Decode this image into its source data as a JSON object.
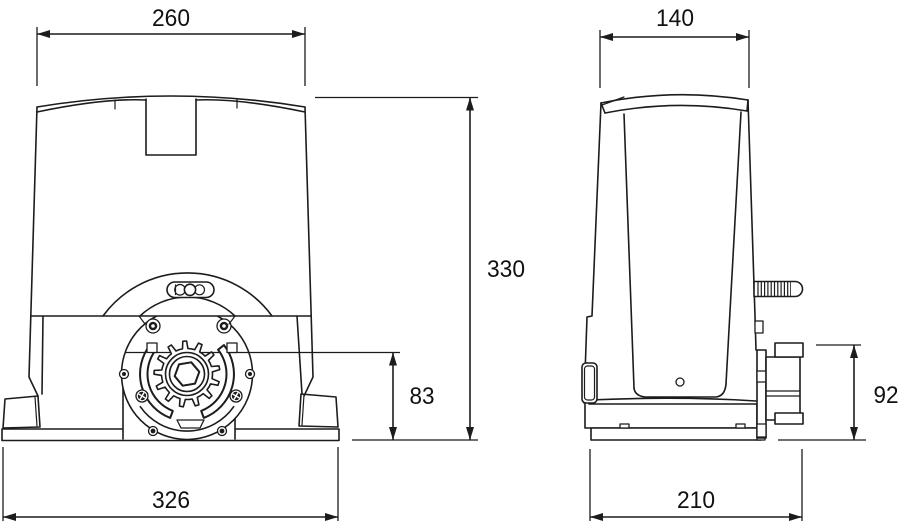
{
  "drawing": {
    "type": "technical-dimension-drawing",
    "subject": "sliding-gate-motor",
    "dimensions": {
      "front_top_width": "260",
      "front_base_width": "326",
      "overall_height": "330",
      "pinion_axis_height": "83",
      "side_top_width": "140",
      "side_base_depth": "210",
      "drive_unit_height": "92"
    },
    "colors": {
      "line": "#1c1c1c",
      "background": "#ffffff"
    }
  }
}
